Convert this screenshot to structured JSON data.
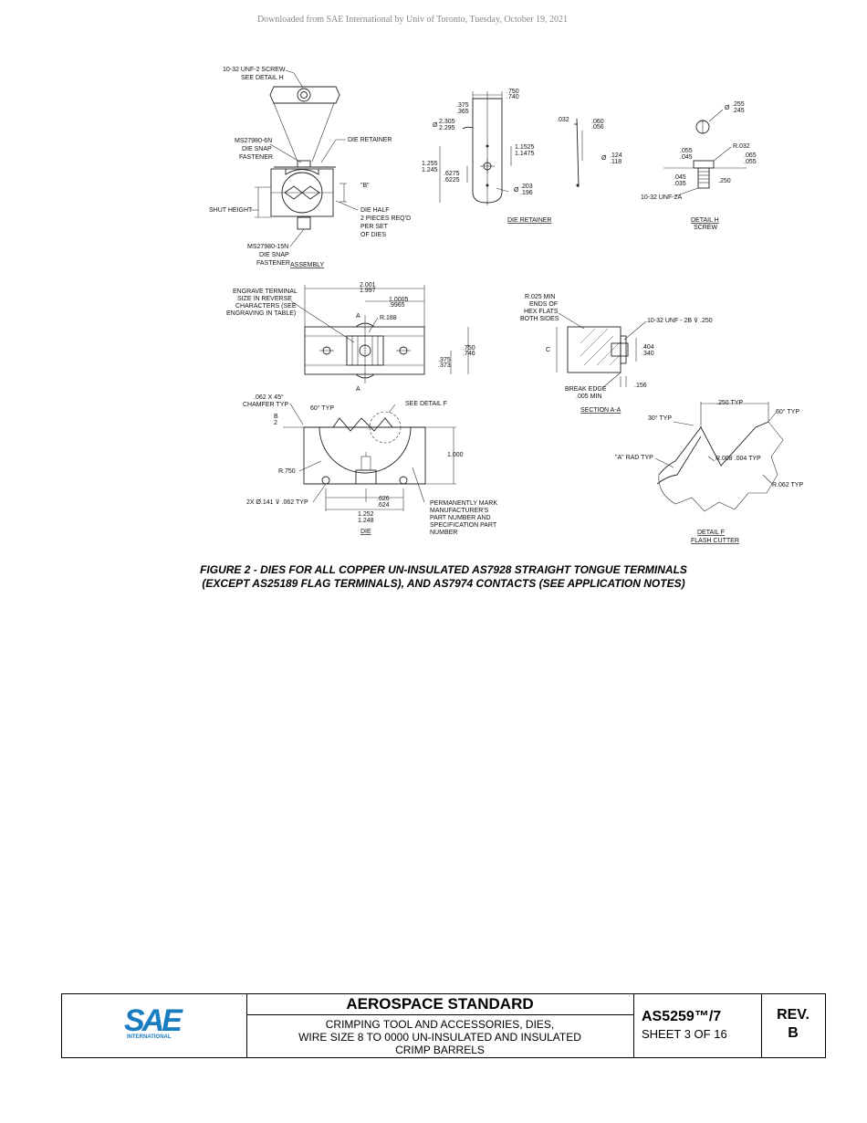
{
  "download_notice": "Downloaded from SAE International by Univ of Toronto, Tuesday, October 19, 2021",
  "drawing": {
    "assembly": {
      "screw_callout": [
        "10-32 UNF-2 SCREW",
        "SEE DETAIL H"
      ],
      "snap_fastener_top": [
        "MS27980-6N",
        "DIE SNAP",
        "FASTENER"
      ],
      "die_retainer_label": "DIE RETAINER",
      "b_label": "\"B\"",
      "shut_height": "SHUT HEIGHT",
      "die_half": [
        "DIE HALF",
        "2 PIECES REQ'D",
        "PER SET",
        "OF DIES"
      ],
      "snap_fastener_bottom": [
        "MS27980-15N",
        "DIE SNAP",
        "FASTENER"
      ],
      "caption": "ASSEMBLY"
    },
    "die_retainer": {
      "dim_width": [
        ".750",
        ".740"
      ],
      "dim_offset": [
        ".375",
        ".365"
      ],
      "dim_dia": [
        "2.305",
        "2.295"
      ],
      "dim_hole_spacing": [
        "1.1525",
        "1.1475"
      ],
      "dim_length": [
        "1.255",
        "1.245"
      ],
      "dim_center": [
        ".6275",
        ".6225"
      ],
      "dim_hole_dia": [
        ".203",
        ".196"
      ],
      "dim_thk_a": ".032",
      "dim_thk_b": [
        ".060",
        ".056"
      ],
      "dim_side_dia": [
        ".124",
        ".118"
      ],
      "caption": "DIE RETAINER"
    },
    "detail_h": {
      "dim_head_dia": [
        ".255",
        ".245"
      ],
      "dim_head_h": [
        ".055",
        ".045"
      ],
      "dim_radius": "R.032",
      "dim_step": [
        ".065",
        ".055"
      ],
      "dim_shank": [
        ".045",
        ".035"
      ],
      "dim_len": ".250",
      "thread": "10-32 UNF-2A",
      "caption_1": "DETAIL H",
      "caption_2": "SCREW"
    },
    "top_view": {
      "engrave_note": [
        "ENGRAVE TERMINAL",
        "SIZE IN REVERSE",
        "CHARACTERS (SEE",
        "ENGRAVING IN TABLE)"
      ],
      "dim_overall": [
        "2.001",
        "1.997"
      ],
      "dim_half": [
        "1.0005",
        ".9965"
      ],
      "radius": "R.188",
      "section_mark": "A",
      "dim_height": [
        ".750",
        ".746"
      ],
      "dim_half_height": [
        ".375",
        ".373"
      ]
    },
    "section_aa": {
      "radius_note": [
        "R.025 MIN",
        "ENDS OF",
        "HEX FLATS",
        "BOTH SIDES"
      ],
      "thread_note": "10-32 UNF - 2B ⊽ .250",
      "c_label": "C",
      "dim_bore": [
        ".404",
        ".340"
      ],
      "dim_depth": ".156",
      "break_edge": [
        "BREAK EDGE",
        ".005 MIN"
      ],
      "caption": "SECTION A-A"
    },
    "die_view": {
      "chamfer": [
        ".062 X 45°",
        "CHAMFER TYP"
      ],
      "angle": "60° TYP",
      "see_detail": "SEE DETAIL F",
      "b_label": [
        "B",
        "2"
      ],
      "dim_height": "1.000",
      "radius": "R.750",
      "holes": "2X Ø.141 ⊽ .062 TYP",
      "dim_center": [
        ".626",
        ".624"
      ],
      "dim_hole_spacing": [
        "1.252",
        "1.248"
      ],
      "mark_note": [
        "PERMANENTLY MARK",
        "MANUFACTURER'S",
        "PART NUMBER AND",
        "SPECIFICATION PART",
        "NUMBER"
      ],
      "caption": "DIE"
    },
    "detail_f": {
      "dim_width": ".250 TYP",
      "angle_left": "30° TYP",
      "angle_right": "60° TYP",
      "rad_note": "\"A\" RAD TYP",
      "radius_small": "R.008 .004 TYP",
      "radius_large": "R.062 TYP",
      "caption_1": "DETAIL F",
      "caption_2": "FLASH CUTTER"
    }
  },
  "figure_caption": {
    "line1": "FIGURE 2 - DIES FOR ALL COPPER UN-INSULATED AS7928 STRAIGHT TONGUE TERMINALS",
    "line2": "(EXCEPT AS25189 FLAG TERMINALS), AND AS7974 CONTACTS (SEE APPLICATION NOTES)"
  },
  "title_block": {
    "logo_text": "SAE",
    "logo_sub": "INTERNATIONAL",
    "logo_color": "#1a7cc1",
    "header": "AEROSPACE STANDARD",
    "subtitle_1": "CRIMPING TOOL AND ACCESSORIES, DIES,",
    "subtitle_2": "WIRE SIZE 8 TO 0000 UN-INSULATED AND INSULATED",
    "subtitle_3": "CRIMP BARRELS",
    "doc_number": "AS5259™/7",
    "sheet": "SHEET 3 OF 16",
    "rev_label": "REV.",
    "rev": "B"
  }
}
